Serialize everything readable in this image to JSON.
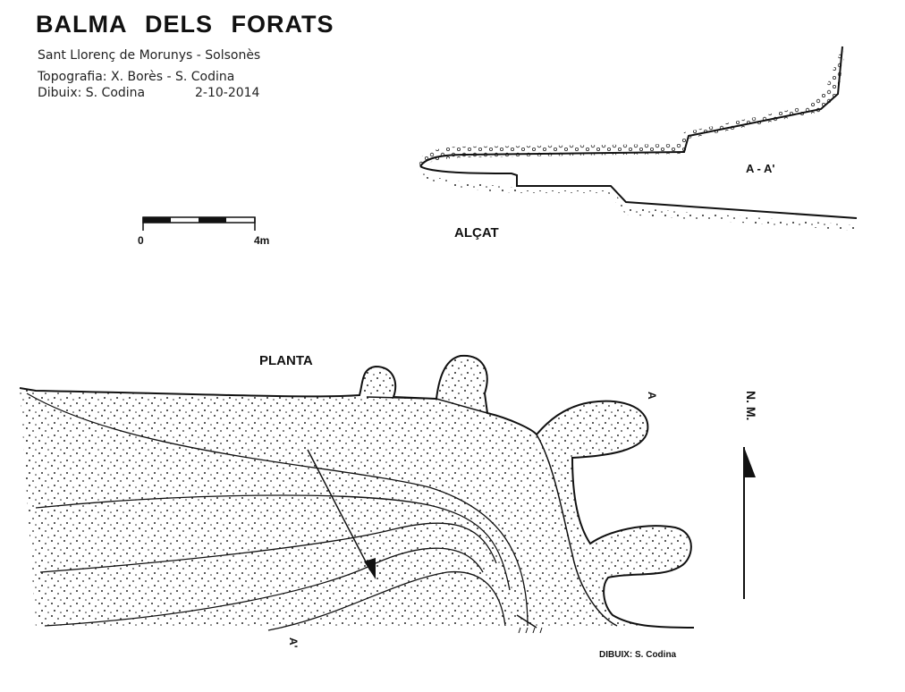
{
  "header": {
    "title": "BALMA DELS FORATS",
    "location": "Sant Llorenç de Morunys - Solsonès",
    "topography": "Topografia: X. Borès - S. Codina",
    "drawing": "Dibuix: S. Codina",
    "date": "2-10-2014"
  },
  "scale": {
    "start": "0",
    "end": "4m"
  },
  "elevation": {
    "label": "ALÇAT",
    "section": "A - A'"
  },
  "plan": {
    "label": "PLANTA",
    "point_a": "A",
    "point_a_prime": "A'"
  },
  "north": {
    "label": "N. M."
  },
  "credit": "DIBUIX: S. Codina",
  "colors": {
    "ink": "#111111",
    "paper": "#ffffff"
  }
}
